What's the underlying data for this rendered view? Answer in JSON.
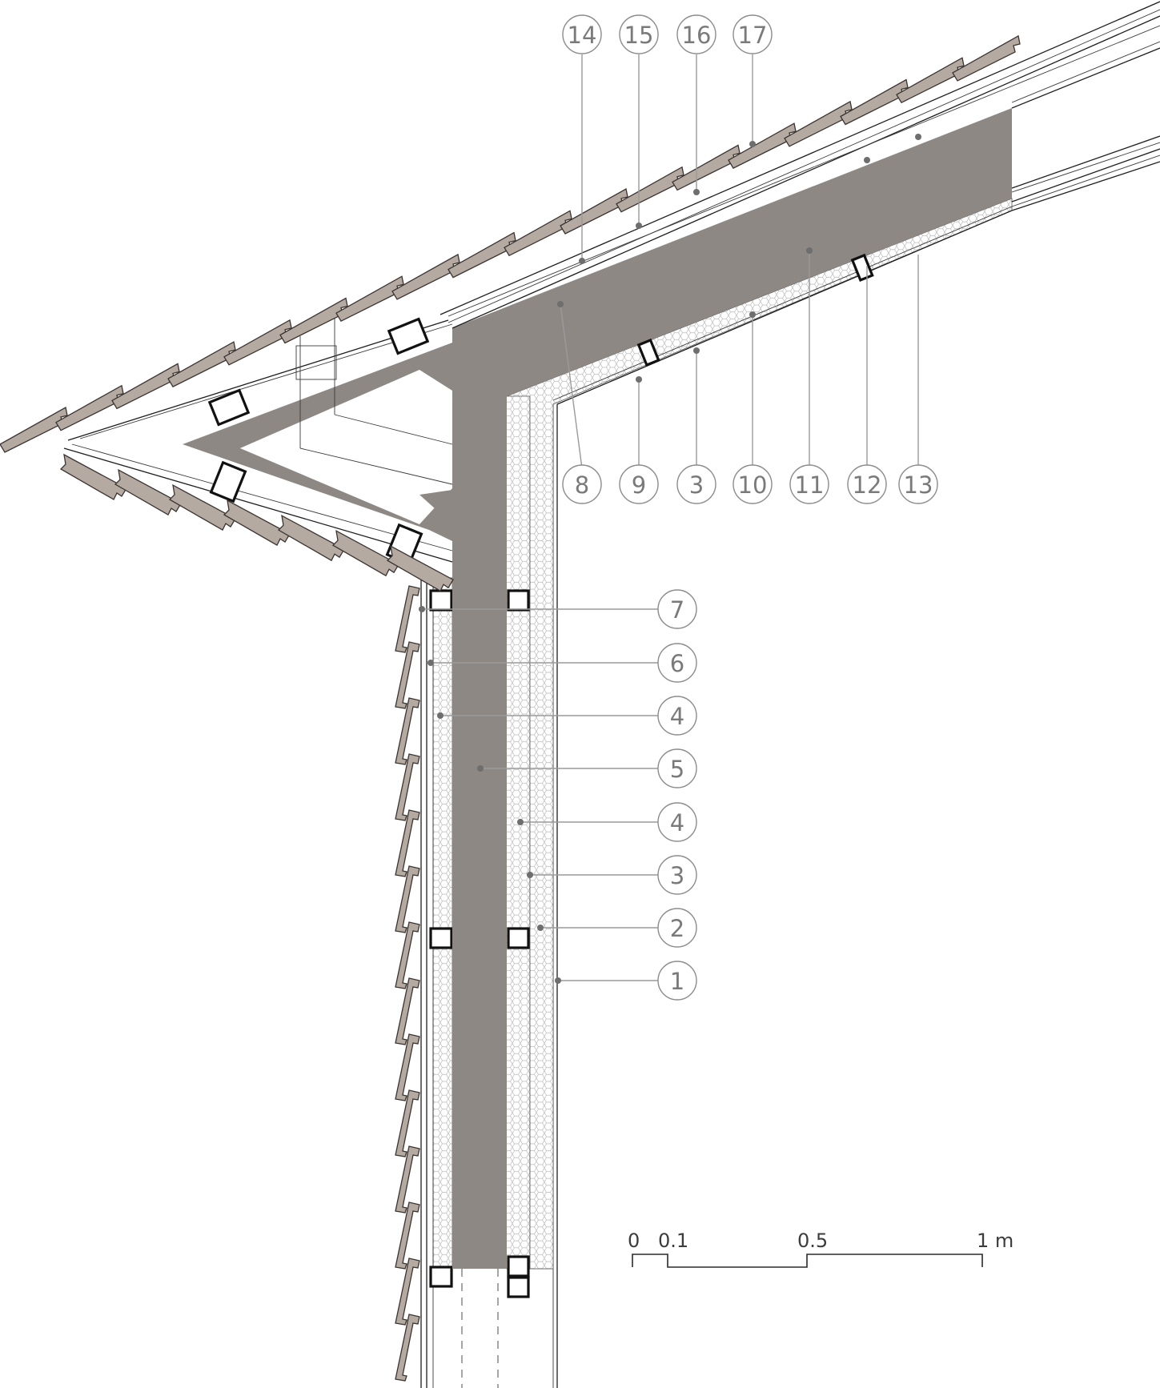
{
  "wall_callouts": [
    "7",
    "6",
    "4",
    "5",
    "4",
    "3",
    "2",
    "1"
  ],
  "roof_callouts_lower": [
    "8",
    "9",
    "3",
    "10",
    "11",
    "12",
    "13"
  ],
  "roof_callouts_upper": [
    "14",
    "15",
    "16",
    "17"
  ],
  "scale_bar": {
    "labels": [
      "0",
      "0.1",
      "0.5",
      "1 m"
    ]
  },
  "colors": {
    "structure": "#8e8884",
    "tile": "#b4aaa2",
    "insulation_fill": "#ffffff",
    "callout_stroke": "#8c8c8c"
  }
}
